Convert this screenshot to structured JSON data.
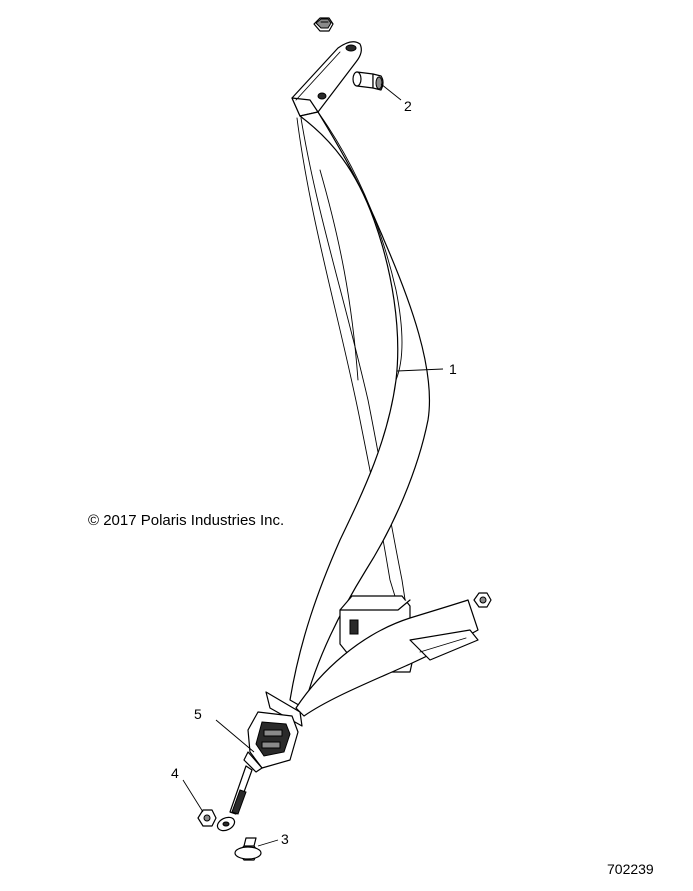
{
  "diagram": {
    "copyright": "© 2017 Polaris Industries Inc.",
    "diagram_id": "702239",
    "callouts": [
      {
        "id": "callout-1",
        "label": "1"
      },
      {
        "id": "callout-2",
        "label": "2"
      },
      {
        "id": "callout-3",
        "label": "3"
      },
      {
        "id": "callout-4",
        "label": "4"
      },
      {
        "id": "callout-5",
        "label": "5"
      }
    ]
  }
}
